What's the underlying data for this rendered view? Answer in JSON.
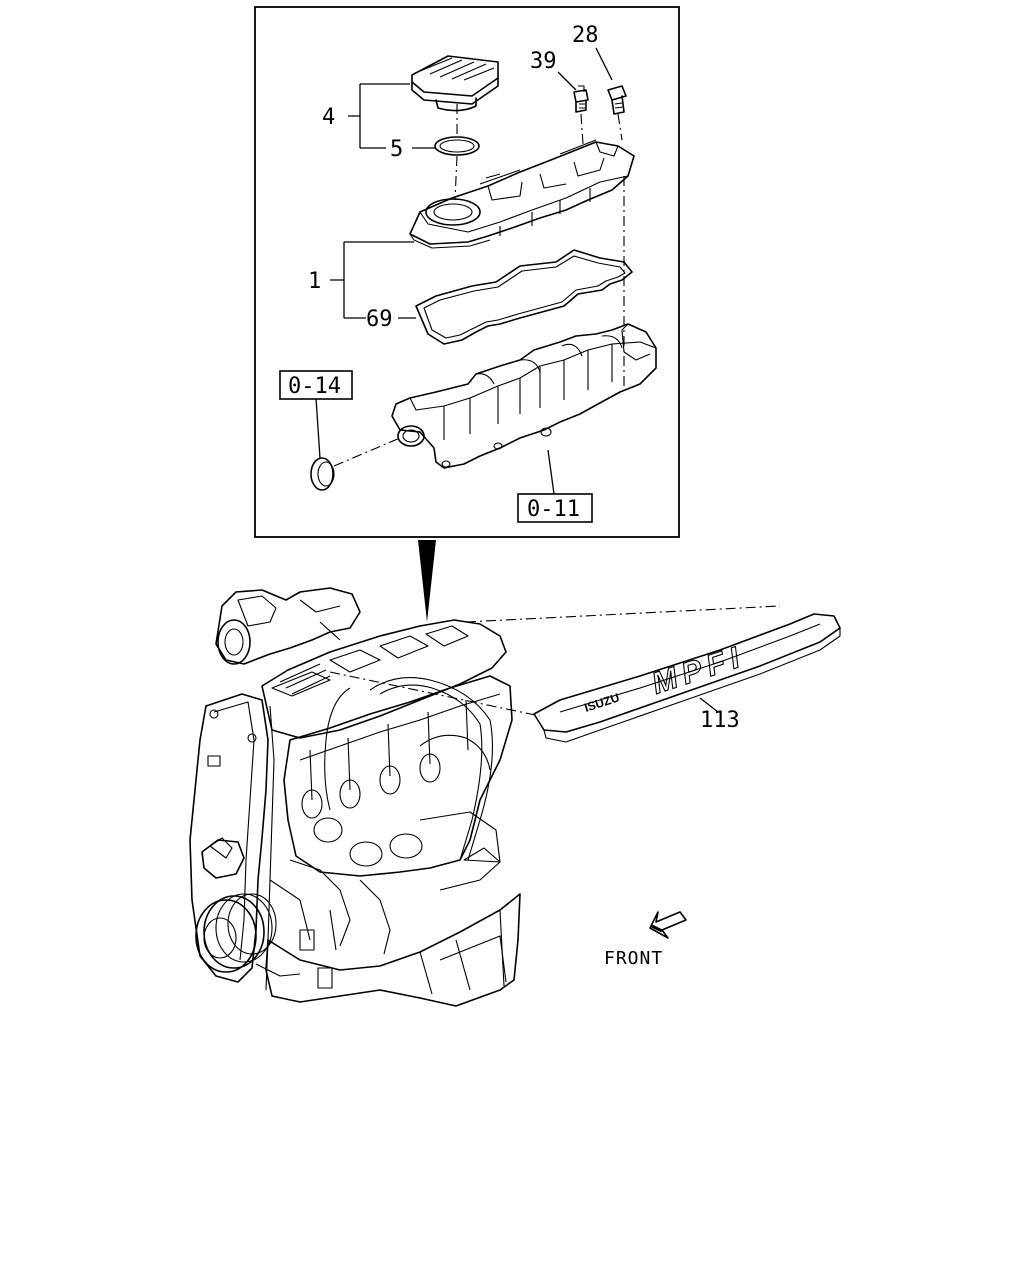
{
  "callouts": {
    "part_1": "1",
    "part_4": "4",
    "part_5": "5",
    "part_28": "28",
    "part_39": "39",
    "part_69": "69",
    "part_113": "113"
  },
  "references": {
    "ref_0_14": "0-14",
    "ref_0_11": "0-11"
  },
  "cover_marking": {
    "brand": "ISUZU",
    "model": "MPFI"
  },
  "orientation": {
    "label": "FRONT",
    "icon": "front-arrow-icon"
  }
}
